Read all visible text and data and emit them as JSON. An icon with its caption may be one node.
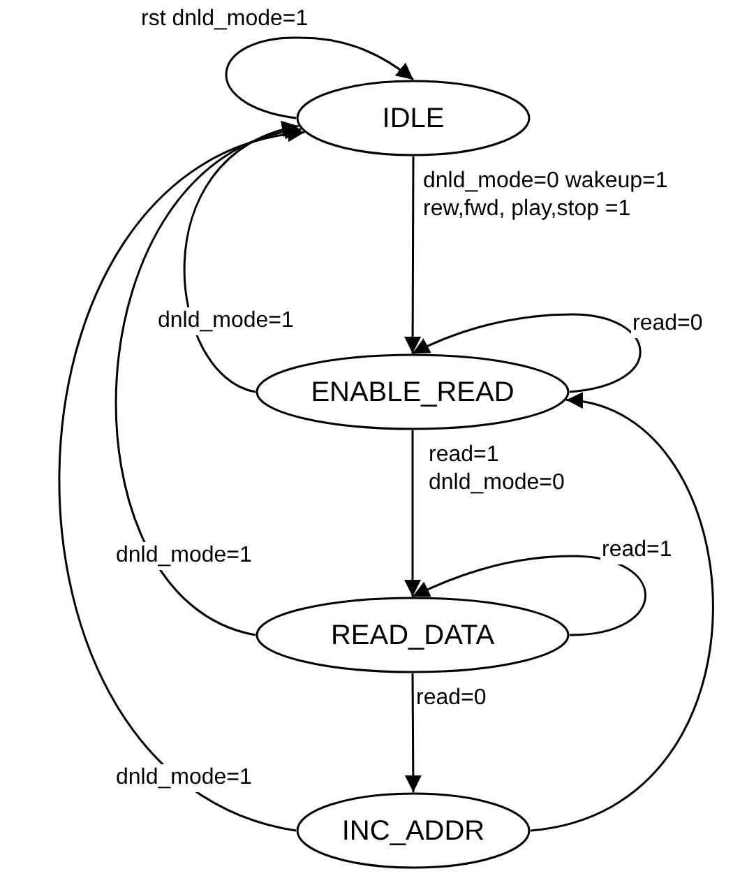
{
  "diagram": {
    "nodes": [
      {
        "text": [
          "IDLE"
        ]
      },
      {
        "text": [
          "ENABLE_READ"
        ]
      },
      {
        "text": [
          "READ_DATA"
        ]
      },
      {
        "text": [
          "INC_ADDR"
        ]
      }
    ],
    "edges": [
      {
        "from": 0,
        "to": 0,
        "arrow": "to",
        "label": "rst dnld_mode=1"
      },
      {
        "from": 0,
        "to": 1,
        "arrow": "to",
        "label": "dnld_mode=0 wakeup=1 rew,fwd, play,stop =1"
      },
      {
        "from": 1,
        "to": 1,
        "arrow": "to",
        "label": "read=0"
      },
      {
        "from": 1,
        "to": 0,
        "arrow": "to",
        "label": "dnld_mode=1"
      },
      {
        "from": 1,
        "to": 2,
        "arrow": "to",
        "label": "read=1 dnld_mode=0"
      },
      {
        "from": 2,
        "to": 2,
        "arrow": "to",
        "label": "read=1"
      },
      {
        "from": 2,
        "to": 0,
        "arrow": "to",
        "label": "dnld_mode=1"
      },
      {
        "from": 2,
        "to": 3,
        "arrow": "to",
        "label": "read=0"
      },
      {
        "from": 3,
        "to": 0,
        "arrow": "to",
        "label": "dnld_mode=1"
      },
      {
        "from": 3,
        "to": 1,
        "arrow": "to"
      }
    ]
  }
}
